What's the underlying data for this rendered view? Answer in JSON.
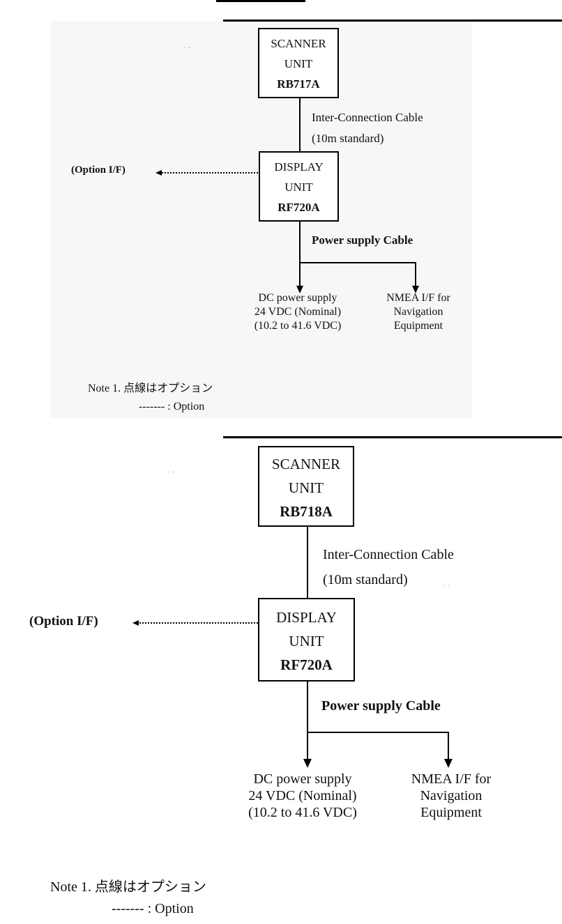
{
  "diagrams": [
    {
      "scanner": {
        "line1": "SCANNER",
        "line2": "UNIT",
        "model": "RB717A"
      },
      "cable": {
        "line1": "Inter-Connection Cable",
        "line2": "(10m standard)"
      },
      "display": {
        "line1": "DISPLAY",
        "line2": "UNIT",
        "model": "RF720A"
      },
      "option_if": "(Option I/F)",
      "power_cable": "Power supply Cable",
      "dc_supply": {
        "line1": "DC power supply",
        "line2": "24 VDC (Nominal)",
        "line3": "(10.2 to 41.6 VDC)"
      },
      "nmea": {
        "line1": "NMEA I/F for",
        "line2": "Navigation",
        "line3": "Equipment"
      },
      "note": {
        "line1": "Note 1.  点線はオプション",
        "line2": "------- : Option"
      }
    },
    {
      "scanner": {
        "line1": "SCANNER",
        "line2": "UNIT",
        "model": "RB718A"
      },
      "cable": {
        "line1": "Inter-Connection Cable",
        "line2": "(10m standard)"
      },
      "display": {
        "line1": "DISPLAY",
        "line2": "UNIT",
        "model": "RF720A"
      },
      "option_if": "(Option I/F)",
      "power_cable": "Power supply Cable",
      "dc_supply": {
        "line1": "DC power supply",
        "line2": "24 VDC (Nominal)",
        "line3": "(10.2 to 41.6 VDC)"
      },
      "nmea": {
        "line1": "NMEA I/F for",
        "line2": "Navigation",
        "line3": "Equipment"
      },
      "note": {
        "line1": "Note 1.  点線はオプション",
        "line2": "------- : Option"
      }
    }
  ]
}
